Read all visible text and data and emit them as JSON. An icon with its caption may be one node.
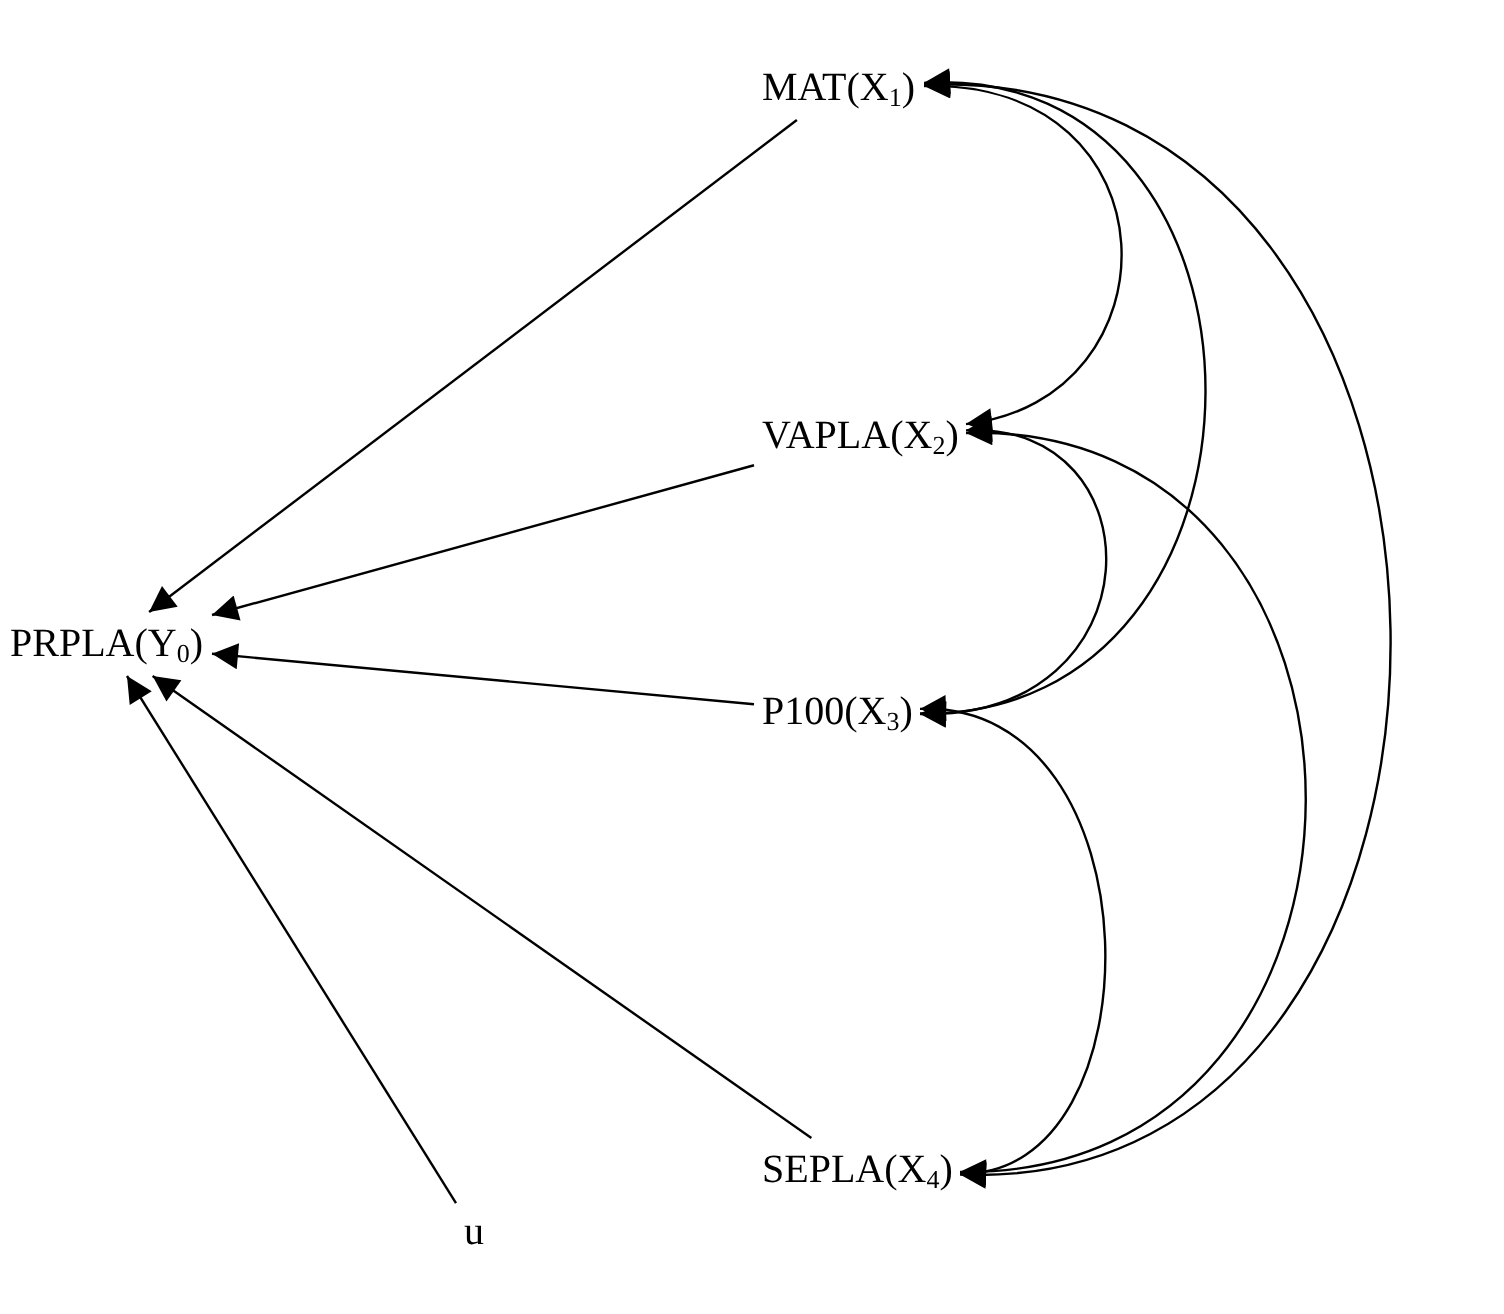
{
  "diagram": {
    "nodes": [
      {
        "text": [
          "MAT(X$_{1}$)"
        ]
      },
      {
        "text": [
          "VAPLA(X$_{2}$)"
        ]
      },
      {
        "text": [
          "PRPLA(Y$_{0}$)"
        ]
      },
      {
        "text": [
          "P100(X$_{3}$)"
        ]
      },
      {
        "text": [
          "SEPLA(X$_{4}$)"
        ]
      },
      {
        "text": [
          "u"
        ]
      }
    ],
    "edges": [
      {
        "from": 0,
        "to": 2,
        "arrow": "to"
      },
      {
        "from": 1,
        "to": 2,
        "arrow": "to"
      },
      {
        "from": 3,
        "to": 2,
        "arrow": "to"
      },
      {
        "from": 4,
        "to": 2,
        "arrow": "to"
      },
      {
        "from": 5,
        "to": 2,
        "arrow": "to"
      },
      {
        "from": 0,
        "to": 1,
        "arrow": "both"
      },
      {
        "from": 0,
        "to": 3,
        "arrow": "both"
      },
      {
        "from": 0,
        "to": 4,
        "arrow": "both"
      },
      {
        "from": 1,
        "to": 3,
        "arrow": "both"
      },
      {
        "from": 1,
        "to": 4,
        "arrow": "both"
      },
      {
        "from": 3,
        "to": 4,
        "arrow": "both"
      }
    ]
  }
}
